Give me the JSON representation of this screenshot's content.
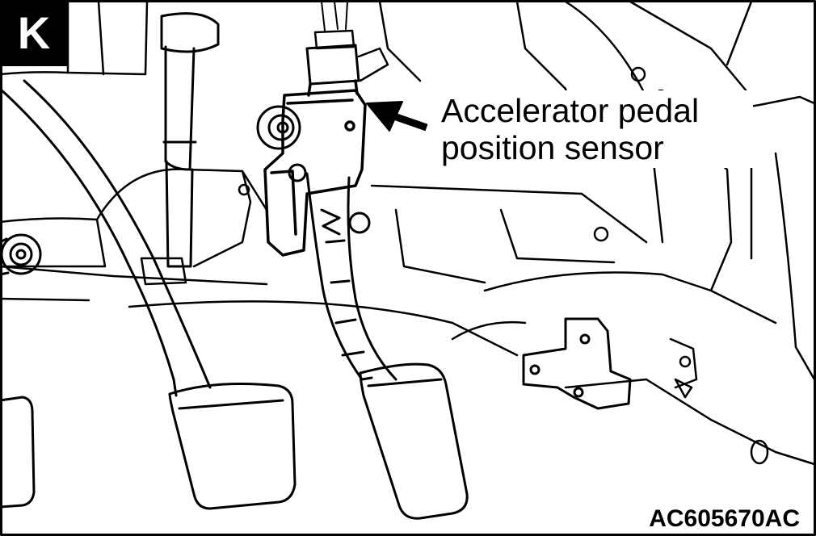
{
  "view_badge": "K",
  "callout": {
    "line1": "Accelerator pedal",
    "line2": "position sensor"
  },
  "figure_id": "AC605670AC",
  "colors": {
    "ink": "#000000",
    "paper": "#ffffff"
  }
}
